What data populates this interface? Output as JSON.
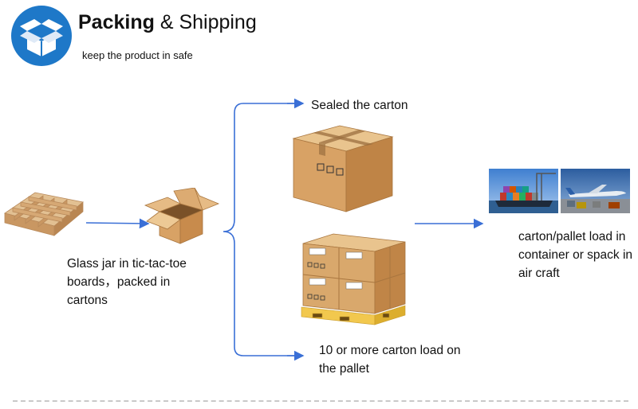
{
  "header": {
    "title_bold": "Packing",
    "title_rest": " & Shipping",
    "subtitle": "keep the product in safe",
    "icon": "open-box-icon",
    "accent_color": "#1e78c8"
  },
  "diagram": {
    "arrow_color": "#3a6fd6",
    "nodes": {
      "glass_label": "Glass jar in tic-tac-toe boards，packed in cartons",
      "sealed_label": "Sealed the carton",
      "pallet_label": "10 or more carton load on the pallet",
      "load_label": "carton/pallet load in container or spack in air craft"
    }
  }
}
